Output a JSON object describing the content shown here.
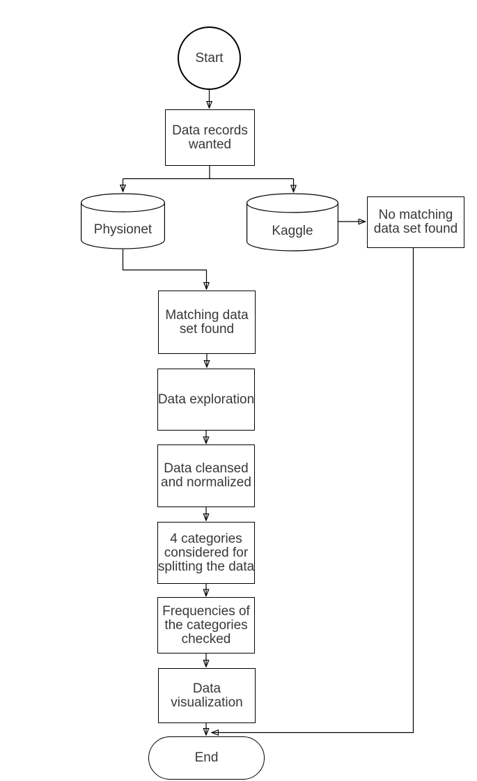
{
  "diagram": {
    "background_color": "#ffffff",
    "line_color": "#000000",
    "text_color": "#383838",
    "nodes": {
      "start": {
        "label": "Start",
        "shape": "circle"
      },
      "data_records": {
        "label": "Data records\nwanted",
        "shape": "rectangle"
      },
      "physionet": {
        "label": "Physionet",
        "shape": "cylinder"
      },
      "kaggle": {
        "label": "Kaggle",
        "shape": "cylinder"
      },
      "no_matching": {
        "label": "No matching\ndata set found",
        "shape": "rectangle"
      },
      "matching": {
        "label": "Matching data\nset found",
        "shape": "rectangle"
      },
      "exploration": {
        "label": "Data exploration",
        "shape": "rectangle"
      },
      "cleansed": {
        "label": "Data cleansed\nand normalized",
        "shape": "rectangle"
      },
      "categories": {
        "label": "4 categories\nconsidered for\nsplitting the data",
        "shape": "rectangle"
      },
      "frequencies": {
        "label": "Frequencies of\nthe categories\nchecked",
        "shape": "rectangle"
      },
      "visualization": {
        "label": "Data\nvisualization",
        "shape": "rectangle"
      },
      "end": {
        "label": "End",
        "shape": "terminator"
      }
    }
  }
}
